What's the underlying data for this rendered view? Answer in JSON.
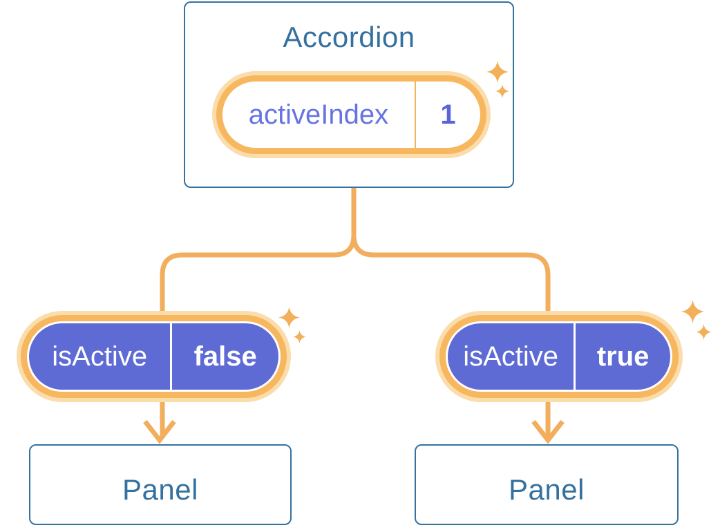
{
  "colors": {
    "background": "#FFFFFF",
    "card_border_blue": "#35719F",
    "card_text_blue": "#35719F",
    "connector_orange": "#F2AE5C",
    "pill_ring_orange": "#F7B75F",
    "pill_glow_orange": "#FBDCAB",
    "pill_divider_orange": "#F0B45F",
    "pill_purple": "#5F6BD4",
    "state_label_purple": "#6674E2",
    "state_value_purple": "#5964DB",
    "sparkle_orange": "#F2B05A"
  },
  "diagram": {
    "root": {
      "title": "Accordion",
      "state": {
        "label": "activeIndex",
        "value": "1"
      }
    },
    "children": [
      {
        "prop": {
          "label": "isActive",
          "value": "false"
        },
        "card": {
          "title": "Panel"
        }
      },
      {
        "prop": {
          "label": "isActive",
          "value": "true"
        },
        "card": {
          "title": "Panel"
        }
      }
    ]
  }
}
